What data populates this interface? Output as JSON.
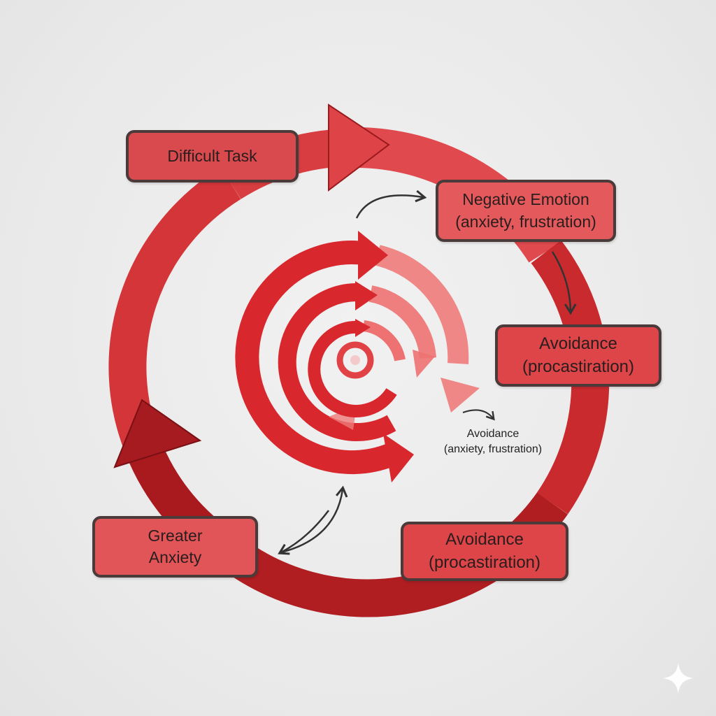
{
  "nodes": {
    "difficult_task": "Difficult Task",
    "negative_emotion": {
      "line1": "Negative Emotion",
      "line2": "(anxiety, frustration)"
    },
    "avoidance_right": {
      "line1": "Avoidance",
      "line2": "(procastiration)"
    },
    "avoidance_bottom": {
      "line1": "Avoidance",
      "line2": "(procastiration)"
    },
    "greater_anxiety": {
      "line1": "Greater",
      "line2": "Anxiety"
    }
  },
  "inner_label": {
    "line1": "Avoidance",
    "line2": "(anxiety, frustration)"
  },
  "colors": {
    "ring_red": "#d63a3d",
    "ring_dark_red": "#a61b1f",
    "spiral_red": "#d8282e",
    "spiral_pink": "#ee7272",
    "box_border": "#4a3a3a"
  },
  "icons": [
    "sparkle-icon"
  ]
}
